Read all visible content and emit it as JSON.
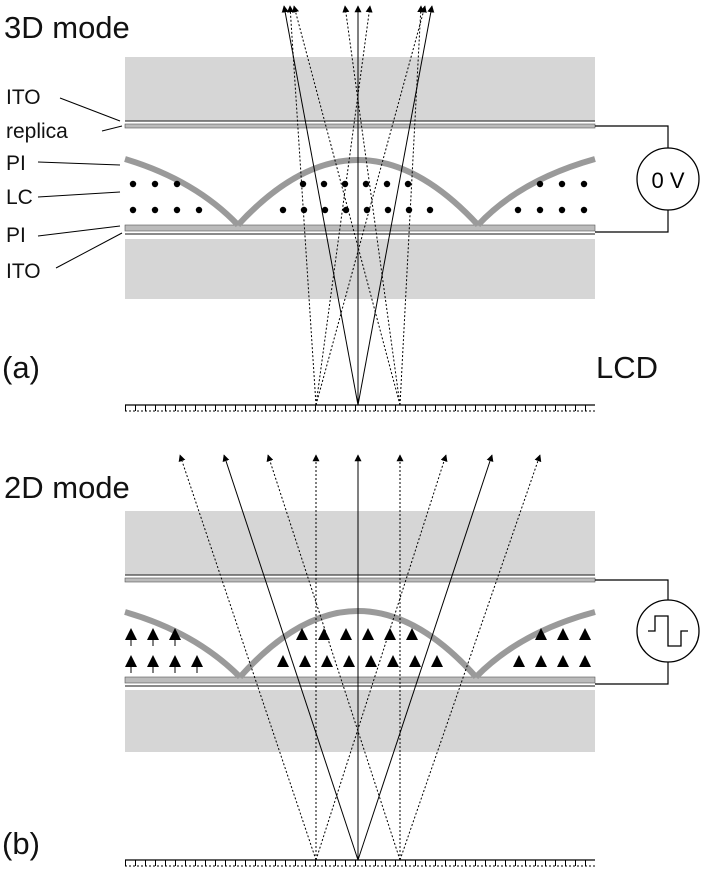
{
  "panel_a": {
    "mode_title": "3D mode",
    "tag": "(a)",
    "display_label": "LCD",
    "voltage_label": "0 V",
    "layer_labels": [
      "ITO",
      "replica",
      "PI",
      "LC",
      "PI",
      "ITO"
    ]
  },
  "panel_b": {
    "mode_title": "2D mode",
    "tag": "(b)"
  }
}
